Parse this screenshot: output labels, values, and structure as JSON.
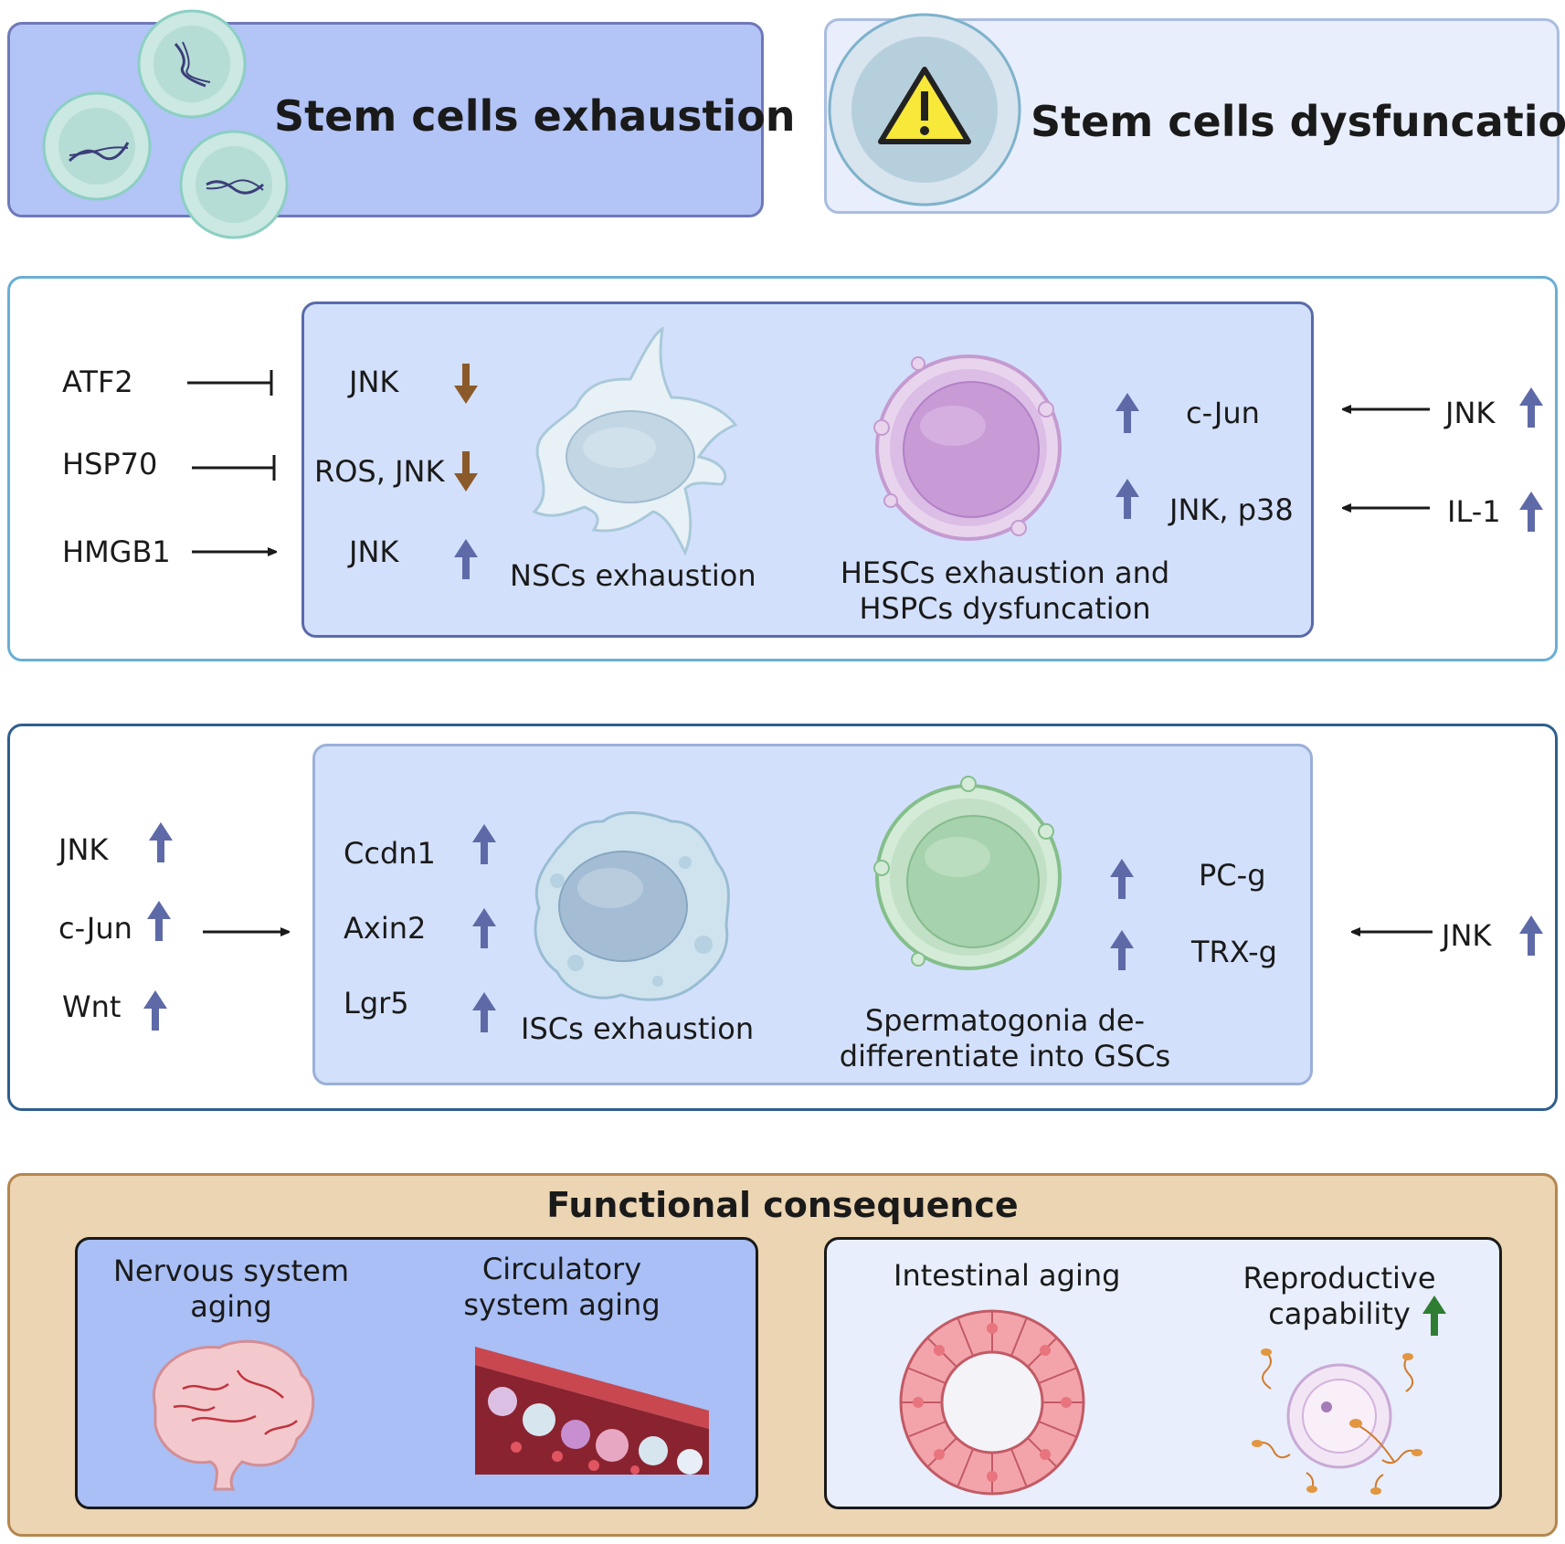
{
  "header": {
    "exhaustion_title": "Stem cells exhaustion",
    "dysfunction_title": "Stem cells dysfuncation"
  },
  "panel1": {
    "left_regulators": [
      "ATF2",
      "HSP70",
      "HMGB1"
    ],
    "inner_left_labels": [
      "JNK",
      "ROS, JNK",
      "JNK"
    ],
    "nsc_caption": "NSCs exhaustion",
    "hesc_caption": "HESCs exhaustion and HSPCs dysfuncation",
    "inner_right_labels": [
      "c-Jun",
      "JNK, p38"
    ],
    "right_regulators": [
      "JNK",
      "IL-1"
    ]
  },
  "panel2": {
    "left_regulators": [
      "JNK",
      "c-Jun",
      "Wnt"
    ],
    "inner_left_labels": [
      "Ccdn1",
      "Axin2",
      "Lgr5"
    ],
    "isc_caption": "ISCs exhaustion",
    "sperm_caption": "Spermatogonia de-differentiate into GSCs",
    "inner_right_labels": [
      "PC-g",
      "TRX-g"
    ],
    "right_regulator": "JNK"
  },
  "consequence": {
    "title": "Functional consequence",
    "nervous": "Nervous system aging",
    "circulatory": "Circulatory system aging",
    "intestinal": "Intestinal aging",
    "reproductive": "Reproductive capability"
  },
  "colors": {
    "up_arrow": "#5e6aa8",
    "down_arrow": "#8b5a2b",
    "green_arrow": "#2f7d32",
    "header_left_fill": "#b3c4f7",
    "panel_inner_fill": "#d3e0fb",
    "consequence_fill": "#ecd5b3"
  },
  "icons": [
    "dna-cell-icon",
    "warning-icon",
    "nsc-cell-icon",
    "hesc-cell-icon",
    "isc-cell-icon",
    "spermatogonia-cell-icon",
    "brain-icon",
    "blood-vessel-icon",
    "intestinal-ring-icon",
    "egg-sperm-icon"
  ]
}
